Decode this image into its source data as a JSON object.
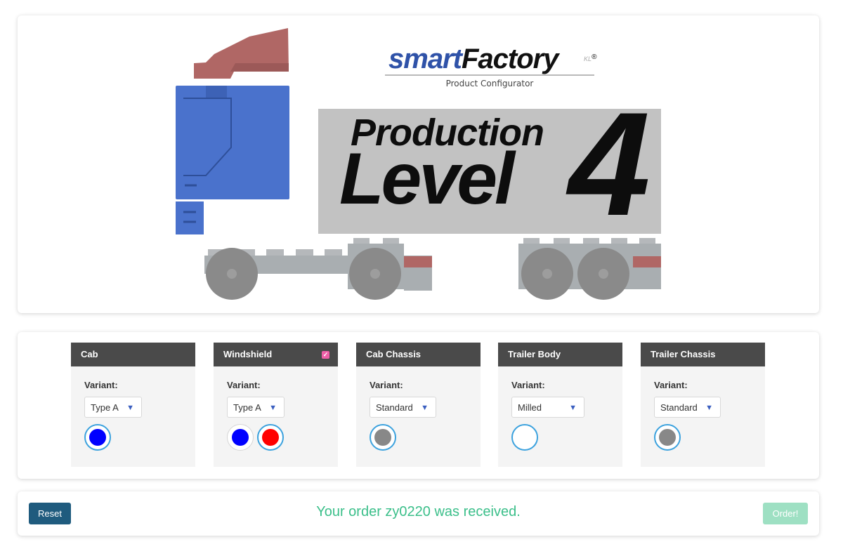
{
  "hero": {
    "logo": {
      "brand_smart": "smart",
      "brand_factory": "Factory",
      "brand_suffix": "KL",
      "registered": "®",
      "subtitle": "Product Configurator"
    },
    "trailer_text": {
      "line1": "Production",
      "line2": "Level",
      "digit": "4"
    }
  },
  "panels": [
    {
      "title": "Cab",
      "variant_label": "Variant:",
      "selected_variant": "Type A",
      "checked": false,
      "swatches": [
        {
          "color": "#0000ff",
          "name": "blue",
          "selected": true
        }
      ]
    },
    {
      "title": "Windshield",
      "variant_label": "Variant:",
      "selected_variant": "Type A",
      "checked": true,
      "swatches": [
        {
          "color": "#0000ff",
          "name": "blue",
          "selected": false
        },
        {
          "color": "#ff0000",
          "name": "red",
          "selected": true
        }
      ]
    },
    {
      "title": "Cab Chassis",
      "variant_label": "Variant:",
      "selected_variant": "Standard",
      "checked": false,
      "swatches": [
        {
          "color": "#888888",
          "name": "grey",
          "selected": true
        }
      ]
    },
    {
      "title": "Trailer Body",
      "variant_label": "Variant:",
      "selected_variant": "Milled",
      "checked": false,
      "swatches": [
        {
          "color": "#ffffff",
          "name": "white",
          "selected": true
        }
      ]
    },
    {
      "title": "Trailer Chassis",
      "variant_label": "Variant:",
      "selected_variant": "Standard",
      "checked": false,
      "swatches": [
        {
          "color": "#888888",
          "name": "grey",
          "selected": true
        }
      ]
    }
  ],
  "footer": {
    "reset_label": "Reset",
    "status_message": "Your order zy0220 was received.",
    "order_label": "Order!"
  },
  "colors": {
    "accent_dark": "#1f5b7e",
    "success": "#3bbf8a",
    "panel_header": "#4a4a4a",
    "cab_blue": "#4a72cc",
    "spoiler": "#b56a68"
  }
}
